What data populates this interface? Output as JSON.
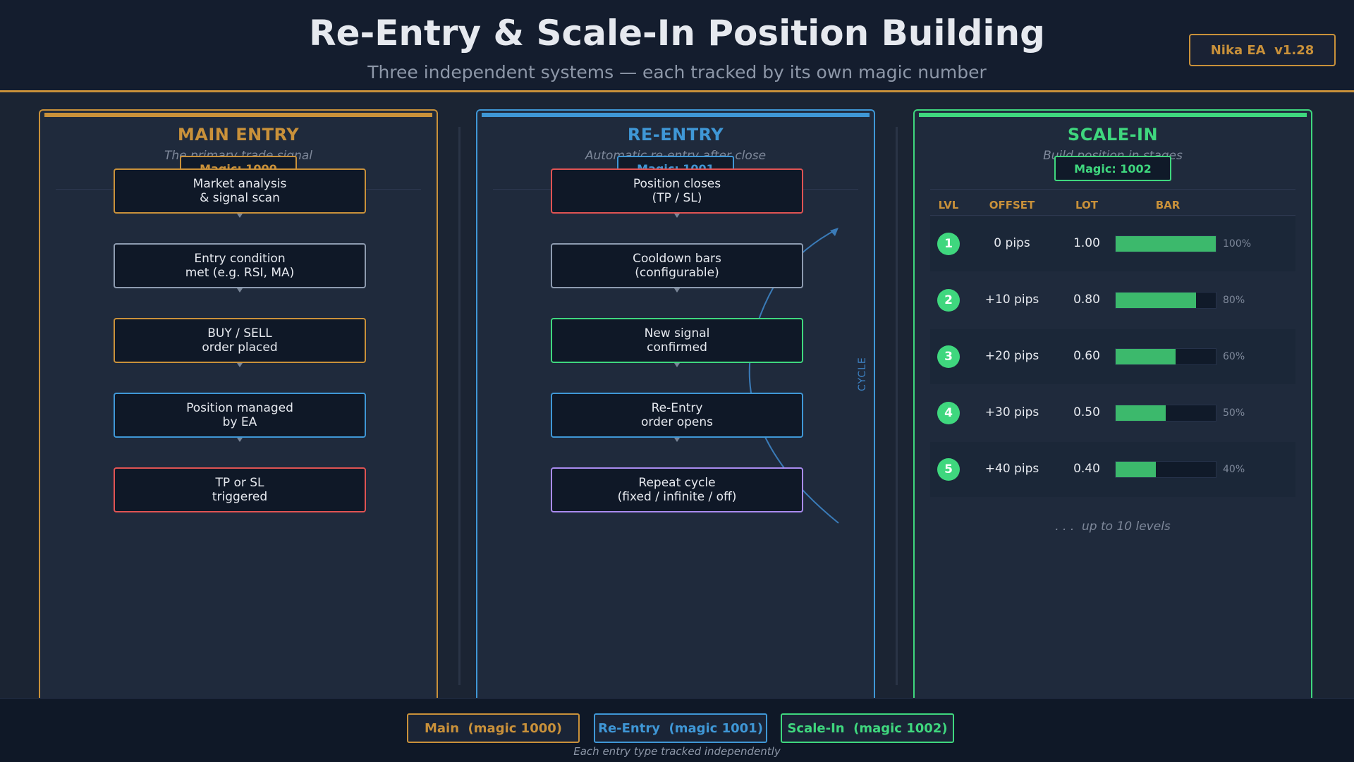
{
  "header": {
    "title": "Re-Entry & Scale-In Position Building",
    "subtitle": "Three independent systems — each tracked by its own magic number",
    "version": "Nika EA  v1.28"
  },
  "colors": {
    "main": "#c9913a",
    "reentry": "#3f97d6",
    "scalein": "#3fd77e",
    "red": "#e05353",
    "gray": "#8d9bb0",
    "purple": "#a98bf0"
  },
  "panels": {
    "main": {
      "title": "MAIN ENTRY",
      "tagline": "The primary trade signal",
      "magic": "Magic: 1000",
      "steps": [
        {
          "text": "Market analysis\n& signal scan",
          "color": "#c9913a"
        },
        {
          "text": "Entry condition\nmet (e.g. RSI, MA)",
          "color": "#8d9bb0"
        },
        {
          "text": "BUY / SELL\norder placed",
          "color": "#c9913a"
        },
        {
          "text": "Position managed\nby EA",
          "color": "#3f97d6"
        },
        {
          "text": "TP or SL\ntriggered",
          "color": "#e05353"
        }
      ]
    },
    "reentry": {
      "title": "RE-ENTRY",
      "tagline": "Automatic re-entry after close",
      "magic": "Magic: 1001",
      "cycle_label": "CYCLE",
      "steps": [
        {
          "text": "Position closes\n(TP / SL)",
          "color": "#e05353"
        },
        {
          "text": "Cooldown bars\n(configurable)",
          "color": "#8d9bb0"
        },
        {
          "text": "New signal\nconfirmed",
          "color": "#3fd77e"
        },
        {
          "text": "Re-Entry\norder opens",
          "color": "#3f97d6"
        },
        {
          "text": "Repeat cycle\n(fixed / infinite / off)",
          "color": "#a98bf0"
        }
      ]
    },
    "scalein": {
      "title": "SCALE-IN",
      "tagline": "Build position in stages",
      "magic": "Magic: 1002",
      "columns": [
        "LVL",
        "OFFSET",
        "LOT",
        "BAR"
      ],
      "levels": [
        {
          "lvl": "1",
          "offset": "0 pips",
          "lot": "1.00",
          "pct": 100,
          "pct_label": "100%"
        },
        {
          "lvl": "2",
          "offset": "+10 pips",
          "lot": "0.80",
          "pct": 80,
          "pct_label": "80%"
        },
        {
          "lvl": "3",
          "offset": "+20 pips",
          "lot": "0.60",
          "pct": 60,
          "pct_label": "60%"
        },
        {
          "lvl": "4",
          "offset": "+30 pips",
          "lot": "0.50",
          "pct": 50,
          "pct_label": "50%"
        },
        {
          "lvl": "5",
          "offset": "+40 pips",
          "lot": "0.40",
          "pct": 40,
          "pct_label": "40%"
        }
      ],
      "more": ". . .  up to 10 levels"
    }
  },
  "footer": {
    "legend": [
      {
        "label": "Main  (magic 1000)",
        "color": "#c9913a"
      },
      {
        "label": "Re-Entry  (magic 1001)",
        "color": "#3f97d6"
      },
      {
        "label": "Scale-In  (magic 1002)",
        "color": "#3fd77e"
      }
    ],
    "note": "Each entry type tracked independently"
  }
}
